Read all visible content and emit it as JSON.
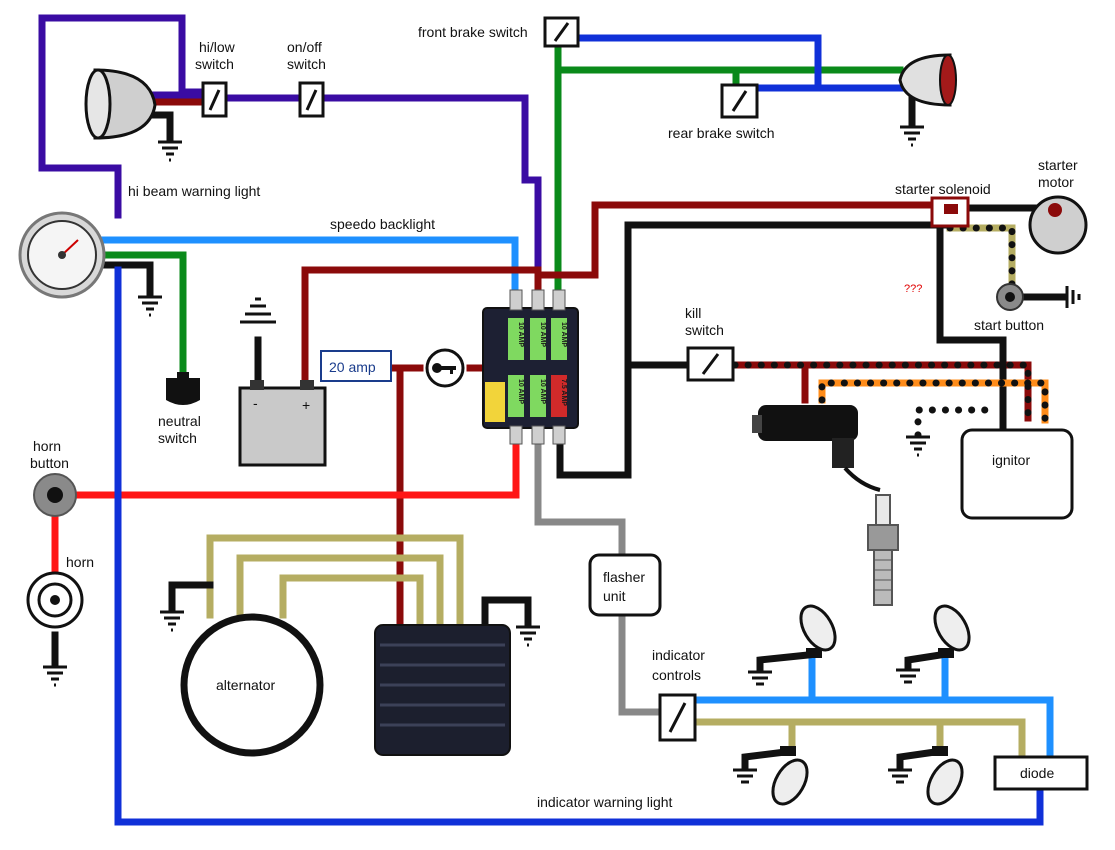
{
  "labels": {
    "hi_low_switch": [
      "hi/low",
      "switch"
    ],
    "on_off_switch": [
      "on/off",
      "switch"
    ],
    "front_brake_switch": "front brake switch",
    "rear_brake_switch": "rear brake switch",
    "hi_beam_warning_light": "hi beam warning light",
    "speedo_backlight": "speedo backlight",
    "starter_solenoid": "starter solenoid",
    "starter_motor": [
      "starter",
      "motor"
    ],
    "unknown": "???",
    "start_button": "start button",
    "kill_switch": [
      "kill",
      "switch"
    ],
    "fuse_20amp": "20 amp",
    "neutral_switch": [
      "neutral",
      "switch"
    ],
    "horn_button": [
      "horn",
      "button"
    ],
    "horn": "horn",
    "ignitor": "ignitor",
    "flasher_unit": [
      "flasher",
      "unit"
    ],
    "indicator_controls": [
      "indicator",
      "controls"
    ],
    "alternator": "alternator",
    "diode": "diode",
    "indicator_warning_light": "indicator warning light",
    "battery_minus": "-",
    "battery_plus": "+"
  },
  "fuses": [
    "10 AMP",
    "10 AMP",
    "10 AMP",
    "10 AMP",
    "10 AMP",
    "7.5 AMP"
  ],
  "colors": {
    "purple": "#3a0ca3",
    "blue": "#1030d8",
    "light_blue": "#1e90ff",
    "green": "#0a8a1a",
    "dark_red": "#8b0a0a",
    "red": "#ff1515",
    "black": "#111111",
    "grey": "#888888",
    "olive": "#b5ad62",
    "orange": "#ff8c1a"
  }
}
